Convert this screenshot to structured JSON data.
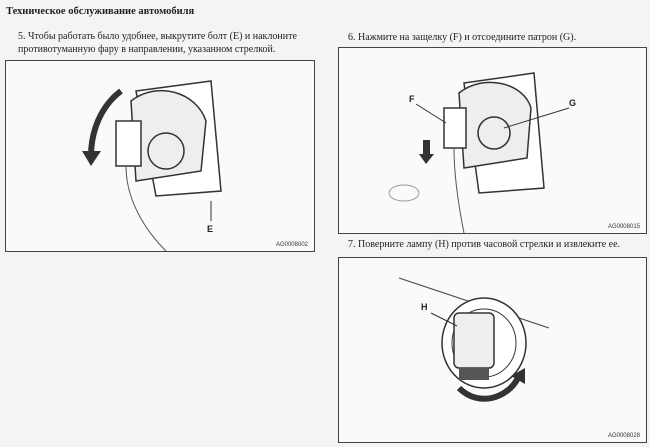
{
  "header": {
    "title": "Техническое обслуживание автомобиля"
  },
  "steps": [
    {
      "number": "5.",
      "text": "Чтобы работать было удобнее, выкрутите болт (E) и наклоните противотуманную фару в направлении, указанном стрелкой."
    },
    {
      "number": "6.",
      "text": "Нажмите на защелку (F) и отсоедините патрон (G)."
    },
    {
      "number": "7.",
      "text": "Поверните лампу (H) против часовой стрелки и извлеките ее."
    }
  ],
  "figures": [
    {
      "code": "AG0008002",
      "labels": [
        "E"
      ]
    },
    {
      "code": "AG0008015",
      "labels": [
        "F",
        "G"
      ]
    },
    {
      "code": "AG0008028",
      "labels": [
        "H"
      ]
    }
  ]
}
